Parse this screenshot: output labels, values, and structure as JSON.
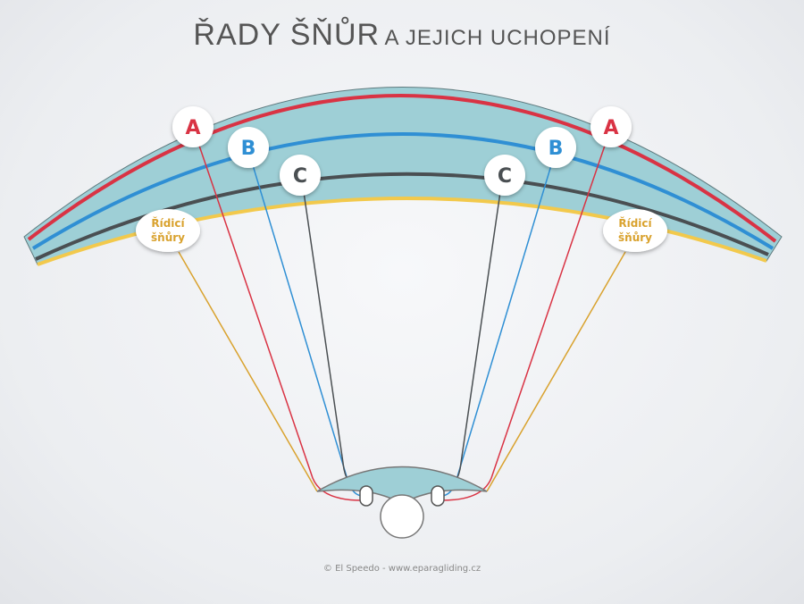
{
  "title": {
    "main": "ŘADY ŠŇŮR",
    "sub": "A JEJICH UCHOPENÍ"
  },
  "rows": [
    {
      "label": "A",
      "color": "#d93344"
    },
    {
      "label": "B",
      "color": "#2f8fd4"
    },
    {
      "label": "C",
      "color": "#4a4f52"
    }
  ],
  "brake": {
    "line1": "Řídicí",
    "line2": "šňůry",
    "color": "#d9a22e"
  },
  "canopy_color": "#9ecfd6",
  "footer": "© El Speedo - www.eparagliding.cz"
}
